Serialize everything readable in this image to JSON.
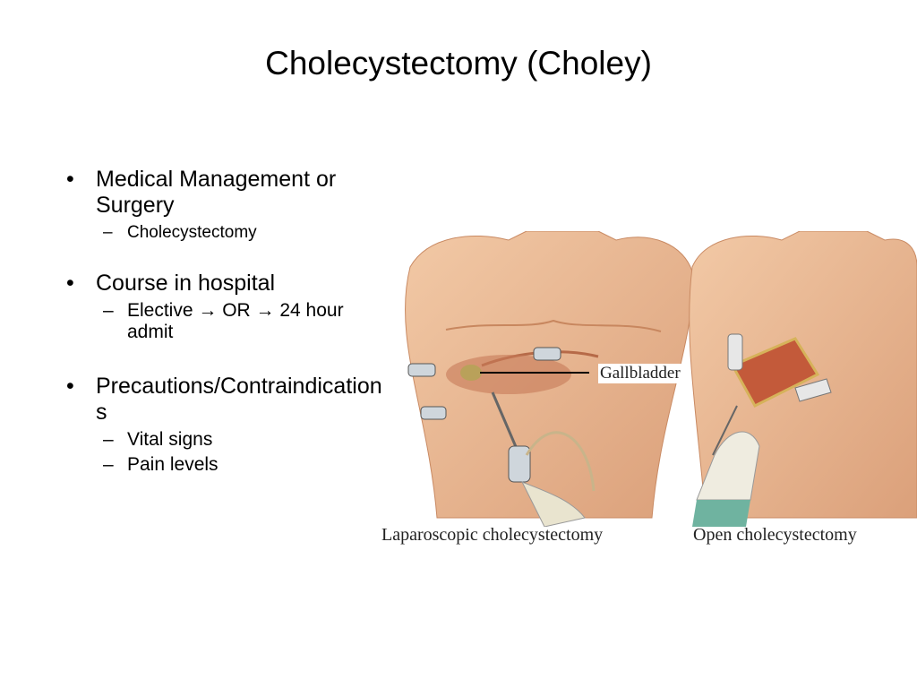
{
  "slide": {
    "title": "Cholecystectomy (Choley)",
    "bullets": [
      {
        "text": "Medical Management or Surgery",
        "subs": [
          "Cholecystectomy"
        ]
      },
      {
        "text": "Course in hospital",
        "subs": [
          "Elective → OR → 24 hour admit"
        ]
      },
      {
        "text": "Precautions/Contraindications",
        "subs": [
          "Vital signs",
          "Pain levels"
        ]
      }
    ]
  },
  "figure": {
    "label": "Gallbladder",
    "caption_left": "Laparoscopic cholecystectomy",
    "caption_right": "Open cholecystectomy"
  }
}
